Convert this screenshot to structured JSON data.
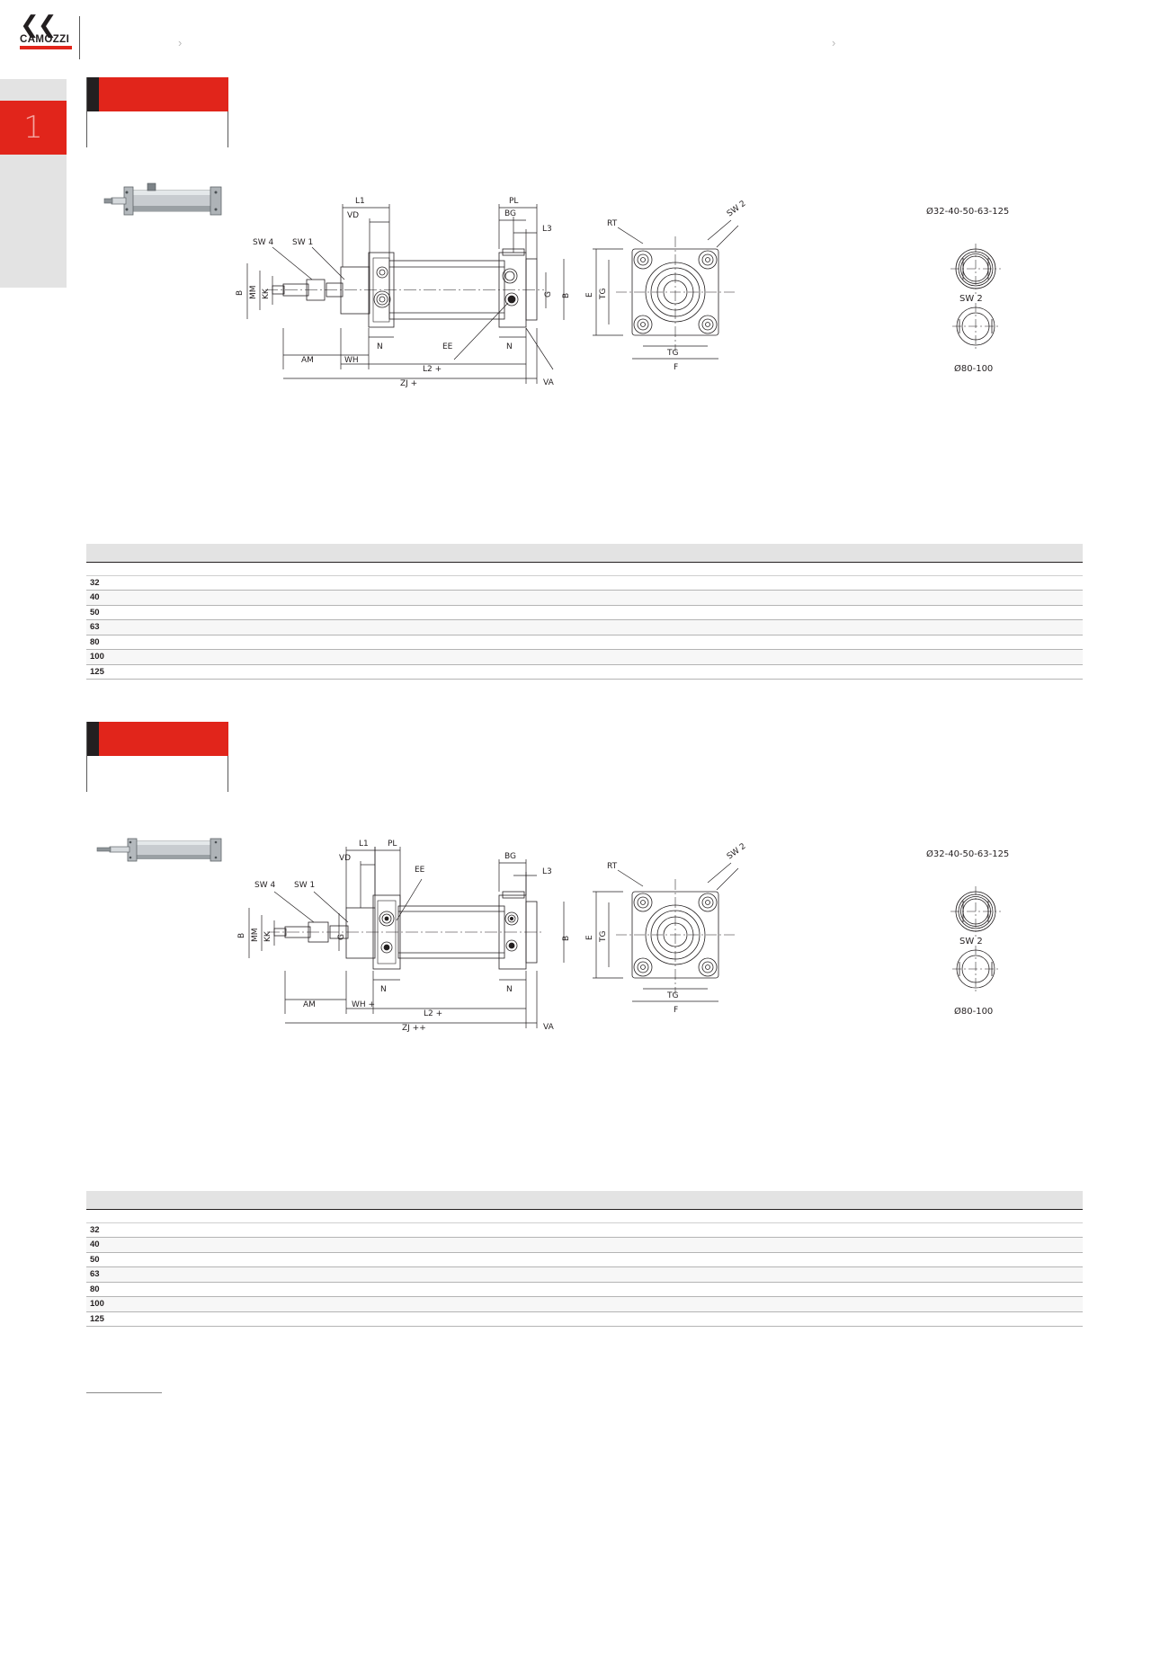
{
  "brand": {
    "mark": "❮❮",
    "name": "CAMOZZI",
    "accent_color": "#e1251b"
  },
  "chapter_tab": {
    "number": "1"
  },
  "header": {
    "left_chevron": "›",
    "left_text": "",
    "right_chevron": "›",
    "right_text": ""
  },
  "sections": [
    {
      "title": "",
      "subtitle": "",
      "drawing": {
        "labels": {
          "l1": "L1",
          "vd": "VD",
          "pl": "PL",
          "bg": "BG",
          "l3": "L3",
          "sw4": "SW 4",
          "sw1": "SW 1",
          "b_left": "B",
          "mm": "MM",
          "kk": "KK",
          "n_left": "N",
          "n_right": "N",
          "ee": "EE",
          "g": "G",
          "b_right": "B",
          "am": "AM",
          "wh": "WH",
          "l2": "L2 +",
          "zj": "ZJ +",
          "va": "VA",
          "rt": "RT",
          "sw2_lead": "SW 2",
          "e": "E",
          "tg_v": "TG",
          "tg_h": "TG",
          "f": "F",
          "dia_small": "Ø32-40-50-63-125",
          "sw2_caption": "SW 2",
          "dia_large": "Ø80-100"
        }
      },
      "table": {
        "group_headers": [
          "",
          "",
          "",
          "",
          "",
          "",
          "",
          "",
          "",
          "",
          "",
          "",
          ""
        ],
        "columns": [
          "",
          "",
          "",
          "",
          "",
          "",
          "",
          "",
          "",
          "",
          "",
          "",
          ""
        ],
        "rows": [
          {
            "bore": "32",
            "values": [
              "",
              "",
              "",
              "",
              "",
              "",
              "",
              "",
              "",
              "",
              "",
              ""
            ]
          },
          {
            "bore": "40",
            "values": [
              "",
              "",
              "",
              "",
              "",
              "",
              "",
              "",
              "",
              "",
              "",
              ""
            ]
          },
          {
            "bore": "50",
            "values": [
              "",
              "",
              "",
              "",
              "",
              "",
              "",
              "",
              "",
              "",
              "",
              ""
            ]
          },
          {
            "bore": "63",
            "values": [
              "",
              "",
              "",
              "",
              "",
              "",
              "",
              "",
              "",
              "",
              "",
              ""
            ]
          },
          {
            "bore": "80",
            "values": [
              "",
              "",
              "",
              "",
              "",
              "",
              "",
              "",
              "",
              "",
              "",
              ""
            ]
          },
          {
            "bore": "100",
            "values": [
              "",
              "",
              "",
              "",
              "",
              "",
              "",
              "",
              "",
              "",
              "",
              ""
            ]
          },
          {
            "bore": "125",
            "values": [
              "",
              "",
              "",
              "",
              "",
              "",
              "",
              "",
              "",
              "",
              "",
              ""
            ]
          }
        ]
      }
    },
    {
      "title": "",
      "subtitle": "",
      "drawing": {
        "labels": {
          "l1": "L1",
          "pl": "PL",
          "vd": "VD",
          "ee": "EE",
          "bg": "BG",
          "l3": "L3",
          "sw4": "SW 4",
          "sw1": "SW 1",
          "b_left": "B",
          "mm": "MM",
          "kk": "KK",
          "g": "G",
          "n_left": "N",
          "n_right": "N",
          "b_right": "B",
          "am": "AM",
          "wh": "WH +",
          "l2": "L2 +",
          "zj": "ZJ ++",
          "va": "VA",
          "rt": "RT",
          "sw2_lead": "SW 2",
          "e": "E",
          "tg_v": "TG",
          "tg_h": "TG",
          "f": "F",
          "dia_small": "Ø32-40-50-63-125",
          "sw2_caption": "SW 2",
          "dia_large": "Ø80-100"
        }
      },
      "table": {
        "group_headers": [
          "",
          "",
          "",
          "",
          "",
          "",
          "",
          "",
          "",
          "",
          "",
          "",
          ""
        ],
        "columns": [
          "",
          "",
          "",
          "",
          "",
          "",
          "",
          "",
          "",
          "",
          "",
          "",
          ""
        ],
        "rows": [
          {
            "bore": "32",
            "values": [
              "",
              "",
              "",
              "",
              "",
              "",
              "",
              "",
              "",
              "",
              "",
              ""
            ]
          },
          {
            "bore": "40",
            "values": [
              "",
              "",
              "",
              "",
              "",
              "",
              "",
              "",
              "",
              "",
              "",
              ""
            ]
          },
          {
            "bore": "50",
            "values": [
              "",
              "",
              "",
              "",
              "",
              "",
              "",
              "",
              "",
              "",
              "",
              ""
            ]
          },
          {
            "bore": "63",
            "values": [
              "",
              "",
              "",
              "",
              "",
              "",
              "",
              "",
              "",
              "",
              "",
              ""
            ]
          },
          {
            "bore": "80",
            "values": [
              "",
              "",
              "",
              "",
              "",
              "",
              "",
              "",
              "",
              "",
              "",
              ""
            ]
          },
          {
            "bore": "100",
            "values": [
              "",
              "",
              "",
              "",
              "",
              "",
              "",
              "",
              "",
              "",
              "",
              ""
            ]
          },
          {
            "bore": "125",
            "values": [
              "",
              "",
              "",
              "",
              "",
              "",
              "",
              "",
              "",
              "",
              "",
              ""
            ]
          }
        ]
      }
    }
  ]
}
